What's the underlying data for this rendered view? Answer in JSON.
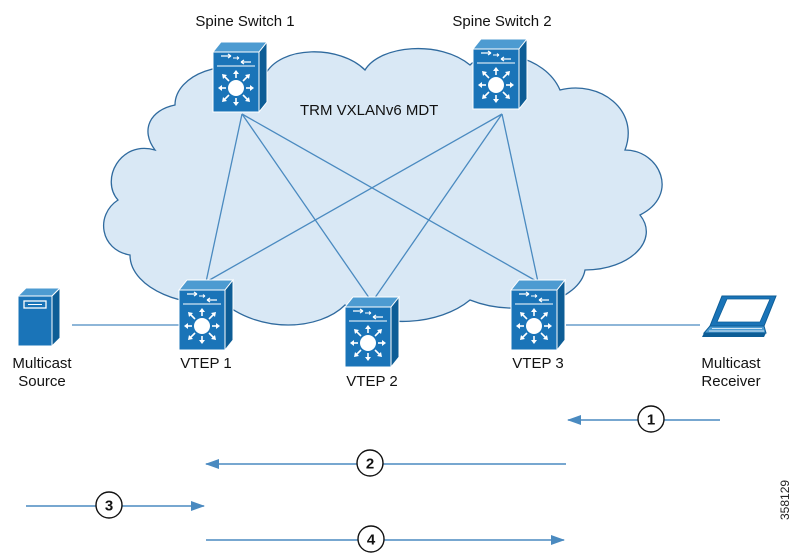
{
  "cloud": {
    "label": "TRM VXLANv6 MDT",
    "fill": "#d9e8f5",
    "stroke": "#2f6a9e"
  },
  "switch_colors": {
    "body": "#1a74b8",
    "dark": "#0d5d96",
    "top": "#4d9bd1"
  },
  "link_color": "#4a8ac0",
  "arrow_color": "#4a8ac0",
  "nodes": {
    "spine1": "Spine Switch 1",
    "spine2": "Spine Switch 2",
    "vtep1": "VTEP 1",
    "vtep2": "VTEP 2",
    "vtep3": "VTEP 3",
    "source_line1": "Multicast",
    "source_line2": "Source",
    "receiver_line1": "Multicast",
    "receiver_line2": "Receiver"
  },
  "steps": [
    "1",
    "2",
    "3",
    "4"
  ],
  "figure_id": "358129"
}
